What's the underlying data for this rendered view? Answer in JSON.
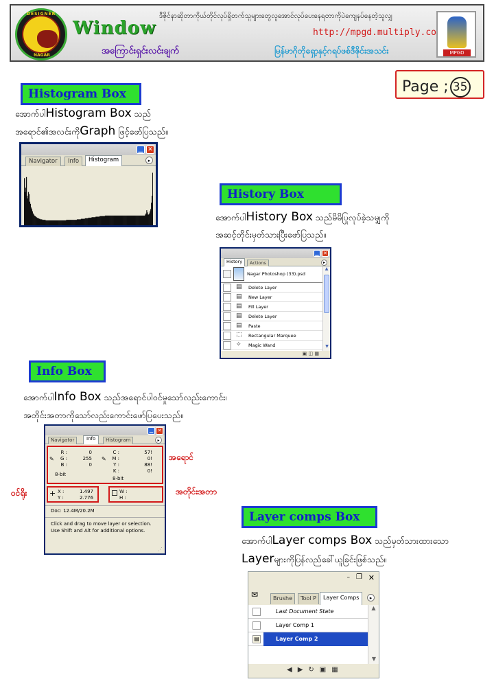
{
  "header": {
    "top_text": "ဒီဇိုင်နာဆိုတာကိုယ်တိုင်လုပ်ရှိတက်သူများတွေလူအောင်လုပ်ပေးနေရတာကိုပဲကျေနပ်နေတဲ့သူလျှ",
    "title": "Window",
    "subtitle": "အကြောင်းရှင်းလင်းချက်",
    "url": "http://mpgd.multiply.com",
    "club": "မြန်မာဂိုတိုရှော့နှင့်ဂရပ်ဖစ်ဒီဇိုင်းအသင်း",
    "logo_top": "DESIGNER",
    "logo_bottom": "NAGAR",
    "emblem_label": "MPGD"
  },
  "page": {
    "label": "Page ;",
    "number": "35"
  },
  "sections": {
    "histogram": {
      "title": "Histogram Box",
      "desc_pre": "အောက်ပါ",
      "desc_term": "Histogram Box",
      "desc_post": "သည်",
      "desc2_pre": "အရောင်၏အလင်းကို",
      "desc2_term": "Graph",
      "desc2_post": "ဖြင့်ဖော်ပြသည်။"
    },
    "history": {
      "title": "History Box",
      "desc_pre": "အောက်ပါ",
      "desc_term": "History Box",
      "desc_post": "သည်မိမိပြုလုပ်ခဲ့သမျှကို",
      "desc2": "အဆင့်တိုင်းမှတ်သားပြီးဖော်ပြသည်။"
    },
    "info": {
      "title": "Info Box",
      "desc_pre": "အောက်ပါ",
      "desc_term": "Info Box",
      "desc_post": "သည်အရောင်ပါဝင်မှုသော်လည်းကောင်း၊",
      "desc2": "အတိုင်းအတာကိုသော်လည်းကောင်းဖော်ပြပေးသည်။"
    },
    "layer_comps": {
      "title": "Layer comps Box",
      "desc_pre": "အောက်ပါ",
      "desc_term": "Layer comps Box",
      "desc_post": "သည်မှတ်သားထားသော",
      "desc2_term": "Layer",
      "desc2_post": "များကိုပြန်လည်ခေါ်ယူခြင်းဖြစ်သည်။"
    }
  },
  "histogram_panel": {
    "tabs": [
      "Navigator",
      "Info",
      "Histogram"
    ],
    "active_tab": "Histogram",
    "levels": [
      0.88,
      0.62,
      0.7,
      0.9,
      0.55,
      0.5,
      0.62,
      0.58,
      0.44,
      0.4,
      0.33,
      0.3,
      0.26,
      0.22,
      0.2,
      0.18,
      0.17,
      0.16,
      0.15,
      0.14,
      0.13,
      0.13,
      0.12,
      0.12,
      0.11,
      0.11,
      0.11,
      0.1,
      0.1,
      0.1,
      0.1,
      0.1,
      0.09,
      0.09,
      0.09,
      0.09,
      0.09,
      0.09,
      0.09,
      0.09,
      0.09,
      0.09,
      0.09,
      0.09,
      0.09,
      0.09,
      0.09,
      0.09,
      0.09,
      0.09,
      0.09,
      0.09,
      0.09,
      0.09,
      0.09,
      0.09,
      0.09,
      0.09,
      0.09,
      0.09,
      0.09,
      0.09,
      0.09,
      0.1,
      0.1,
      0.1,
      0.1,
      0.1,
      0.1,
      0.1,
      0.1,
      0.1,
      0.1,
      0.1,
      0.1,
      0.1,
      0.1,
      0.1,
      0.1,
      0.11,
      0.11,
      0.11,
      0.11,
      0.11,
      0.11,
      0.12,
      0.12,
      0.12,
      0.12,
      0.12,
      0.12,
      0.13,
      0.13,
      0.13,
      0.13,
      0.13,
      0.14,
      0.14,
      0.14,
      0.14,
      0.14,
      0.15,
      0.15,
      0.15,
      0.15,
      0.15,
      0.15,
      0.16,
      0.16,
      0.16,
      0.16,
      0.16,
      0.16,
      0.17,
      0.17,
      0.17,
      0.17,
      0.17,
      0.17,
      0.17,
      0.17,
      0.18,
      0.18,
      0.18,
      0.18,
      0.18,
      0.18,
      0.18,
      0.18,
      0.18,
      0.18,
      0.18,
      0.18,
      0.18,
      0.18,
      0.18,
      0.18,
      0.18,
      0.18,
      0.18,
      0.18,
      0.18,
      0.18,
      0.18,
      0.18,
      0.18,
      0.18,
      0.18,
      0.18,
      0.18,
      0.18,
      0.18,
      0.18,
      0.18,
      0.18,
      0.18,
      0.18,
      0.18,
      0.18,
      0.18,
      0.18,
      0.18,
      0.18,
      0.18,
      0.18,
      0.18,
      0.18,
      0.18,
      0.18,
      0.18,
      0.18,
      0.18,
      0.18,
      0.18,
      0.18,
      0.18,
      0.18,
      0.18,
      0.18,
      0.18,
      0.18,
      0.2,
      0.22,
      0.28,
      0.24,
      0.2,
      0.2,
      0.22,
      0.26,
      0.3,
      0.42,
      0.55,
      0.98
    ]
  },
  "history_panel": {
    "tabs": [
      "History",
      "Actions"
    ],
    "active_tab": "History",
    "snapshot": "Nagar Photoshop (33).psd",
    "items": [
      "Delete Layer",
      "New Layer",
      "Fill Layer",
      "Delete Layer",
      "Paste",
      "Rectangular Marquee",
      "Magic Wand"
    ]
  },
  "info_panel": {
    "tabs": [
      "Navigator",
      "Info",
      "Histogram"
    ],
    "active_tab": "Info",
    "rgb": {
      "r_label": "R :",
      "g_label": "G :",
      "b_label": "B :",
      "r": "0",
      "g": "255",
      "b": "0",
      "mode": "8-bit"
    },
    "cmyk": {
      "c_label": "C :",
      "m_label": "M :",
      "y_label": "Y :",
      "k_label": "K :",
      "c": "57!",
      "m": "0!",
      "y": "88!",
      "k": "0!",
      "mode": "8-bit"
    },
    "xy": {
      "x_label": "X :",
      "y_label": "Y :",
      "x": "1.497",
      "y": "2.776"
    },
    "wh": {
      "w_label": "W :",
      "h_label": "H :"
    },
    "doc": "Doc: 12.4M/20.2M",
    "help": "Click and drag to move layer or selection.  Use Shift and Alt for additional options.",
    "annot_color": "အရောင်",
    "annot_size": "အတိုင်းအတာ",
    "annot_pos": "ဝင်ရိုး"
  },
  "layer_panel": {
    "tabs": [
      "Brushe",
      "Tool P",
      "Layer Comps"
    ],
    "active_tab": "Layer Comps",
    "items": [
      "Last Document State",
      "Layer Comp 1",
      "Layer Comp 2"
    ],
    "selected": "Layer Comp 2"
  },
  "colors": {
    "section_bg": "#2fe02f",
    "section_border": "#1c3bd1",
    "annot_red": "#d21919",
    "xp_blue": "#0a246a",
    "selected_row": "#1f4bc4"
  }
}
